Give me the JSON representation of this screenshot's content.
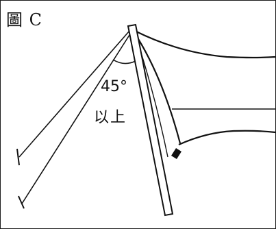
{
  "figure": {
    "label": "圖 C",
    "angle_value": "45°",
    "angle_note": "以上"
  }
}
